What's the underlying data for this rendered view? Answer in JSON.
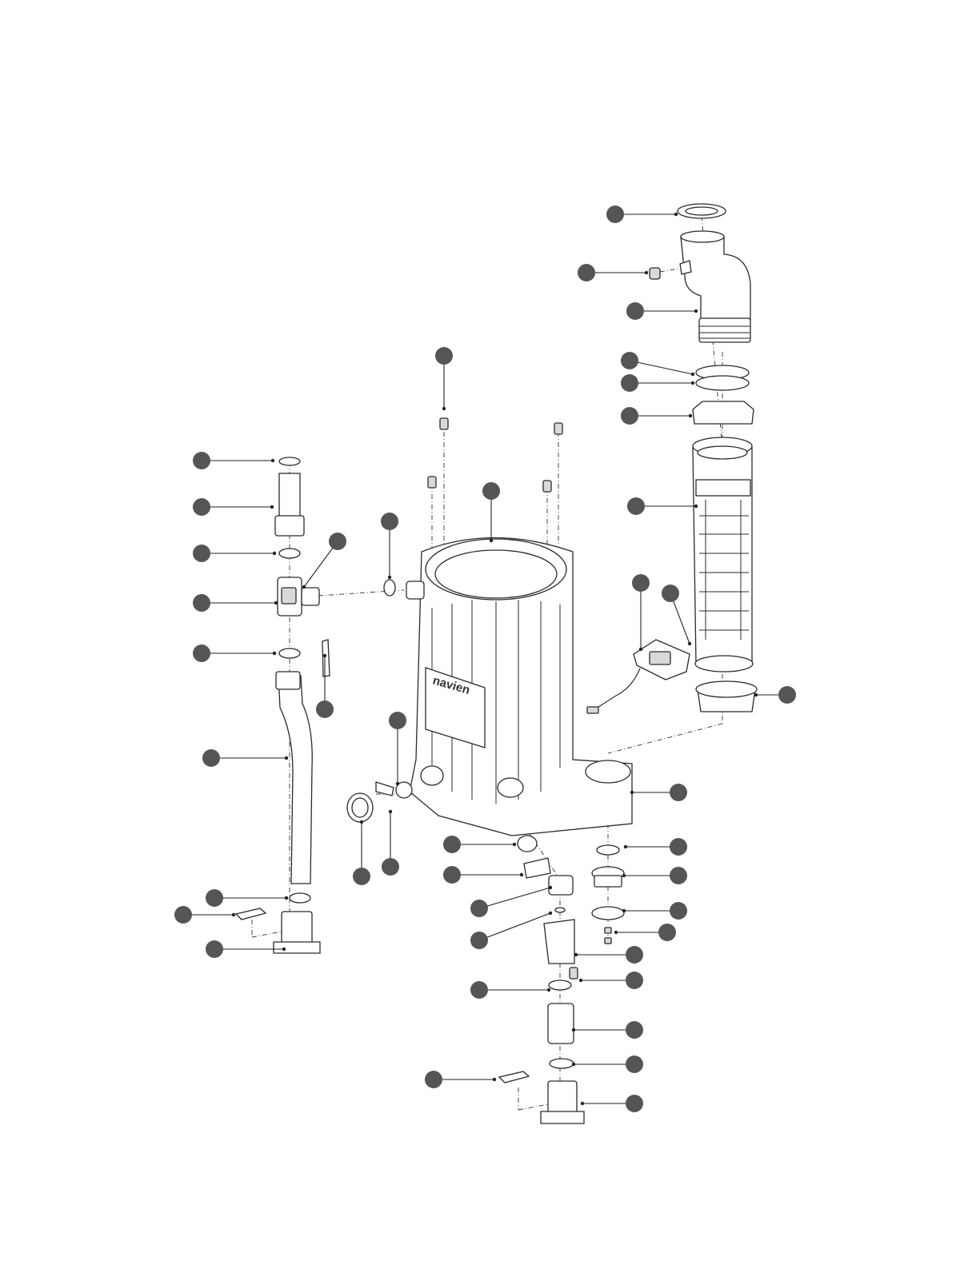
{
  "diagram": {
    "kind": "exploded-parts-view",
    "brand_emboss": "navien",
    "colors": {
      "marker": "#555555",
      "line": "#2a2a2a",
      "shade": "#d9d9d9"
    },
    "callout_count": 39
  }
}
